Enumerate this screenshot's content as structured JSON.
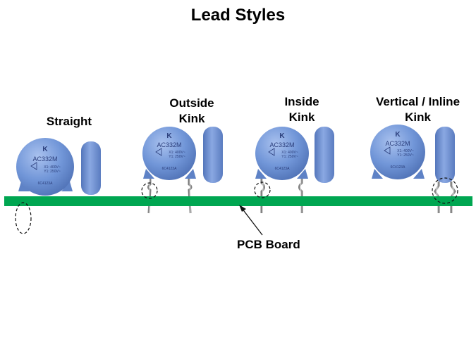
{
  "title": "Lead Styles",
  "styles": [
    {
      "label_line1": "Straight",
      "label_line2": ""
    },
    {
      "label_line1": "Outside",
      "label_line2": "Kink"
    },
    {
      "label_line1": "Inside",
      "label_line2": "Kink"
    },
    {
      "label_line1": "Vertical / Inline",
      "label_line2": "Kink"
    }
  ],
  "pcb_label": "PCB Board",
  "capacitor_marking": {
    "brand": "K",
    "part": "AC332M",
    "rating_x1": "X1: 400V~",
    "rating_y1": "Y1: 250V~",
    "code": "6C4123A"
  },
  "colors": {
    "capacitor_body": "#6f93d6",
    "capacitor_shadow": "#4f73b8",
    "capacitor_highlight": "#9db8ea",
    "pcb": "#00a651",
    "lead": "#9a9a9a",
    "marking_text": "#2a3d7a"
  }
}
